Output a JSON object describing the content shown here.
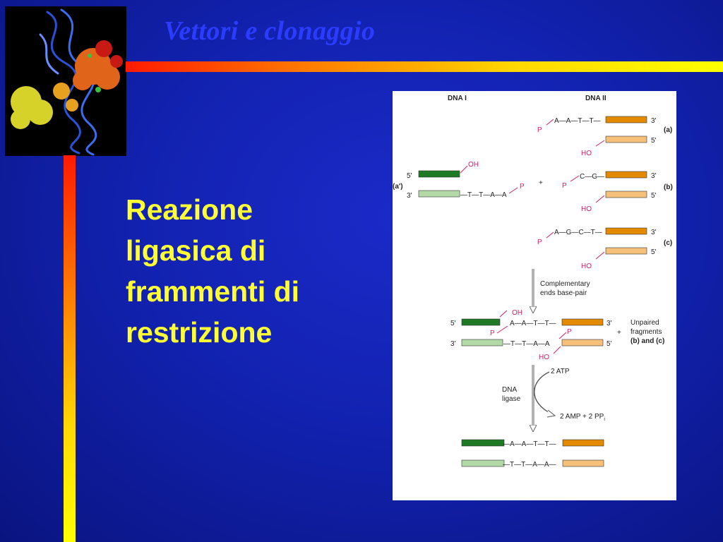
{
  "slide": {
    "title": "Vettori e clonaggio",
    "main_text": "Reazione ligasica di frammenti di restrizione"
  },
  "diagram": {
    "headers": {
      "dna1": "DNA I",
      "dna2": "DNA II"
    },
    "labels": {
      "five_prime": "5'",
      "three_prime": "3'",
      "oh": "OH",
      "ho": "HO",
      "p": "P",
      "plus": "+",
      "a_prime": "(a')",
      "a": "(a)",
      "b": "(b)",
      "c": "(c)"
    },
    "sequences": {
      "a_top": "A—A—T—T—",
      "b_top": "C—G—",
      "c_top": "A—G—C—T—",
      "ap_bottom": "—T—T—A—A",
      "paired_top": "A—A—T—T—",
      "paired_bottom": "—T—T—A—A",
      "final_top": "—A—A—T—T—",
      "final_bottom": "—T—T—A—A—"
    },
    "step1": {
      "line1": "Complementary",
      "line2": "ends base-pair"
    },
    "unpaired": {
      "line1": "Unpaired",
      "line2": "fragments",
      "line3": "(b) and (c)"
    },
    "step2": {
      "atp": "2 ATP",
      "enzyme_line1": "DNA",
      "enzyme_line2": "ligase",
      "products": "2 AMP + 2 PP",
      "products_sub": "i"
    },
    "colors": {
      "dark_green": "#1e7a24",
      "light_green": "#b2d9a6",
      "dark_orange": "#e38a00",
      "light_orange": "#f6c07a",
      "pink": "#d0206a"
    }
  }
}
